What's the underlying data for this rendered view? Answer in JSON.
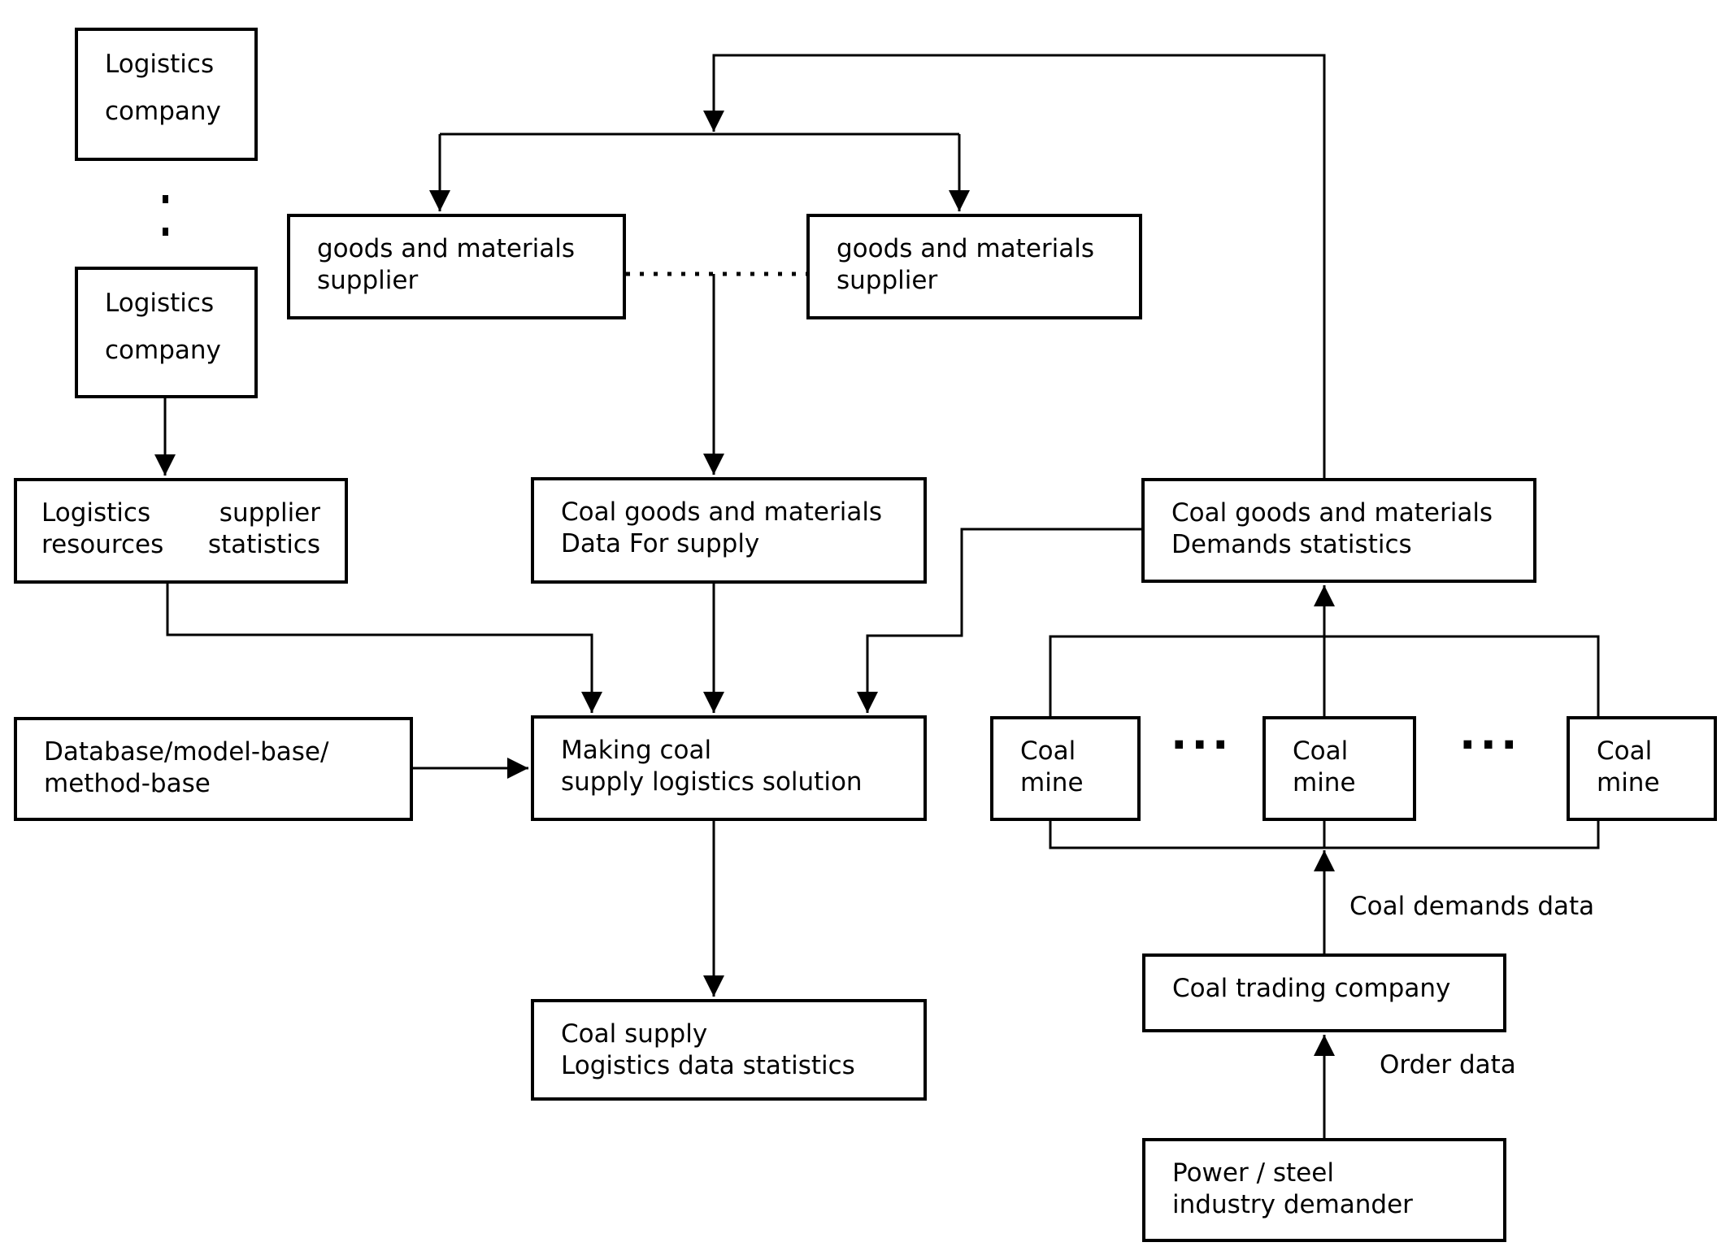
{
  "diagram": {
    "nodes": {
      "logistics_company_top": {
        "line1": "Logistics",
        "line2": "company"
      },
      "logistics_company_bottom": {
        "line1": "Logistics",
        "line2": "company"
      },
      "supplier_left": {
        "line1": "goods and materials",
        "line2": "supplier"
      },
      "supplier_right": {
        "line1": "goods and materials",
        "line2": "supplier"
      },
      "logistics_supplier_stats": {
        "row1_left": "Logistics",
        "row1_right": "supplier",
        "row2_left": "resources",
        "row2_right": "statistics"
      },
      "coal_data_for_supply": {
        "line1": "Coal goods and materials",
        "line2": "Data For supply"
      },
      "coal_demands_stats": {
        "line1": "Coal goods and materials",
        "line2": "Demands statistics"
      },
      "database": {
        "line1": "Database/model-base/",
        "line2": "method-base"
      },
      "making_solution": {
        "line1": "Making coal",
        "line2": "supply logistics solution"
      },
      "coal_supply_stats": {
        "line1": "Coal supply",
        "line2": "Logistics data statistics"
      },
      "coal_mine_1": {
        "line1": "Coal",
        "line2": "mine"
      },
      "coal_mine_2": {
        "line1": "Coal",
        "line2": "mine"
      },
      "coal_mine_3": {
        "line1": "Coal",
        "line2": "mine"
      },
      "coal_trading_company": {
        "line1": "Coal trading company"
      },
      "power_steel_demander": {
        "line1": "Power / steel",
        "line2": "industry demander"
      }
    },
    "labels": {
      "coal_demands_data": "Coal demands data",
      "order_data": "Order data",
      "mine_ellipsis_1": "...",
      "mine_ellipsis_2": "..."
    },
    "colors": {
      "stroke": "#000000",
      "background": "#ffffff",
      "text": "#000000"
    }
  }
}
